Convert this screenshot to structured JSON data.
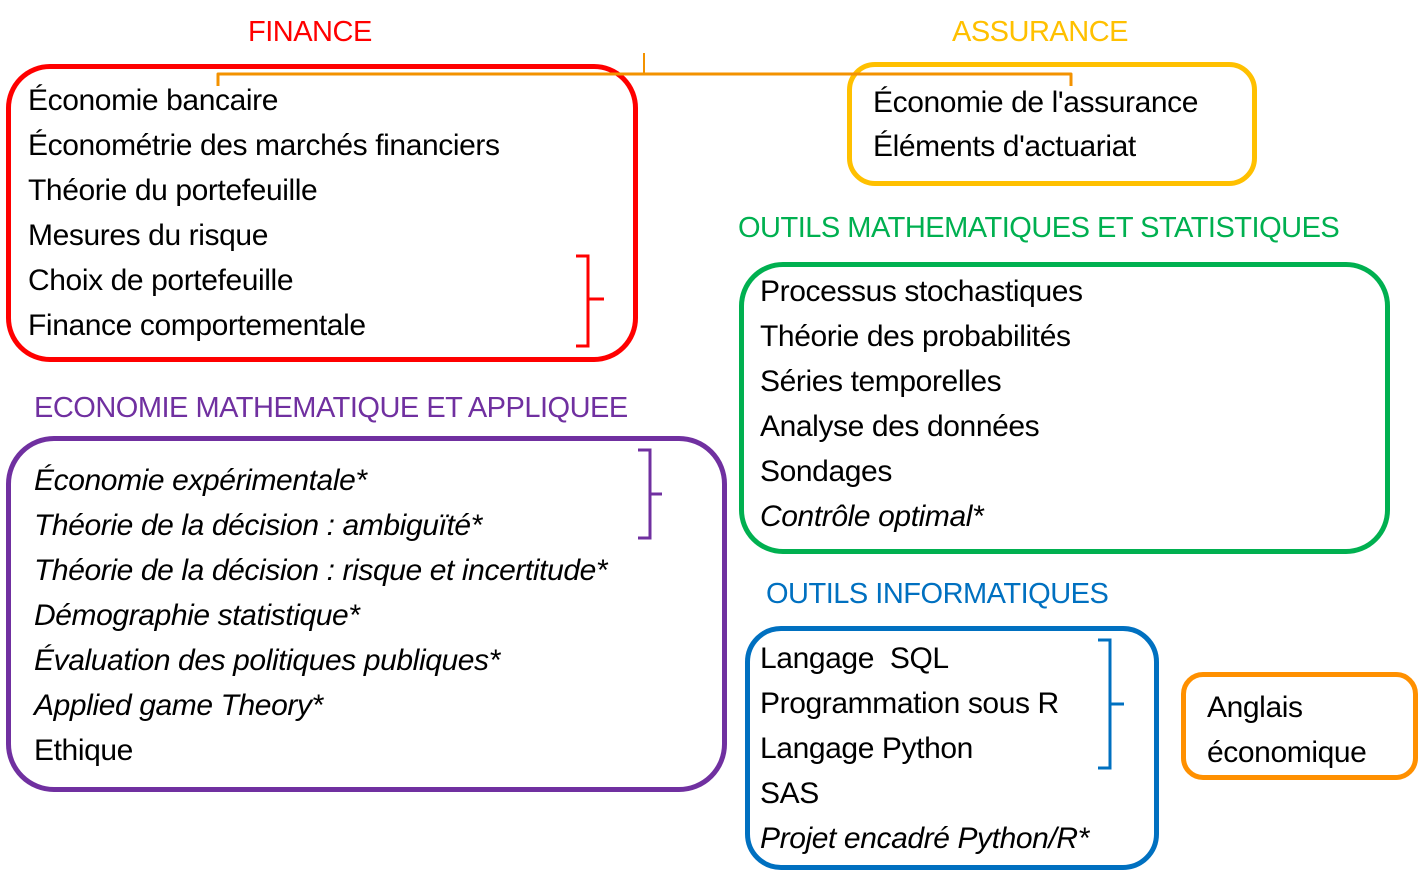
{
  "colors": {
    "finance": "#ff0000",
    "assurance": "#ffc000",
    "economie": "#7030a0",
    "maths": "#00b050",
    "informatique": "#0070c0",
    "anglais": "#ff9000",
    "connector": "#f39200",
    "text": "#000000"
  },
  "finance": {
    "title": "FINANCE",
    "items": [
      {
        "label": "Économie bancaire",
        "optional": false
      },
      {
        "label": "Économétrie des marchés financiers",
        "optional": false
      },
      {
        "label": "Théorie du portefeuille",
        "optional": false
      },
      {
        "label": "Mesures du risque",
        "optional": false
      },
      {
        "label": "Choix de portefeuille",
        "optional": false
      },
      {
        "label": "Finance comportementale",
        "optional": false
      }
    ]
  },
  "assurance": {
    "title": "ASSURANCE",
    "items": [
      {
        "label": "Économie de l'assurance",
        "optional": false
      },
      {
        "label": "Éléments d'actuariat",
        "optional": false
      }
    ]
  },
  "economie": {
    "title": "ECONOMIE MATHEMATIQUE ET APPLIQUEE",
    "items": [
      {
        "label": "Économie expérimentale*",
        "optional": true
      },
      {
        "label": "Théorie de la décision : ambiguïté*",
        "optional": true
      },
      {
        "label": "Théorie de la décision : risque et incertitude*",
        "optional": true
      },
      {
        "label": "Démographie statistique*",
        "optional": true
      },
      {
        "label": "Évaluation des politiques publiques*",
        "optional": true
      },
      {
        "label": "Applied game Theory*",
        "optional": true
      },
      {
        "label": "Ethique",
        "optional": false
      }
    ]
  },
  "maths": {
    "title": "OUTILS MATHEMATIQUES ET STATISTIQUES",
    "items": [
      {
        "label": "Processus stochastiques",
        "optional": false
      },
      {
        "label": "Théorie des probabilités",
        "optional": false
      },
      {
        "label": "Séries temporelles",
        "optional": false
      },
      {
        "label": "Analyse des données",
        "optional": false
      },
      {
        "label": "Sondages",
        "optional": false
      },
      {
        "label": "Contrôle optimal*",
        "optional": true
      }
    ]
  },
  "informatique": {
    "title": "OUTILS INFORMATIQUES",
    "items": [
      {
        "label": "Langage  SQL",
        "optional": false
      },
      {
        "label": "Programmation sous R",
        "optional": false
      },
      {
        "label": "Langage Python",
        "optional": false
      },
      {
        "label": "SAS",
        "optional": false
      },
      {
        "label": "Projet encadré Python/R*",
        "optional": true
      }
    ]
  },
  "anglais": {
    "lines": [
      "Anglais",
      "économique"
    ]
  }
}
